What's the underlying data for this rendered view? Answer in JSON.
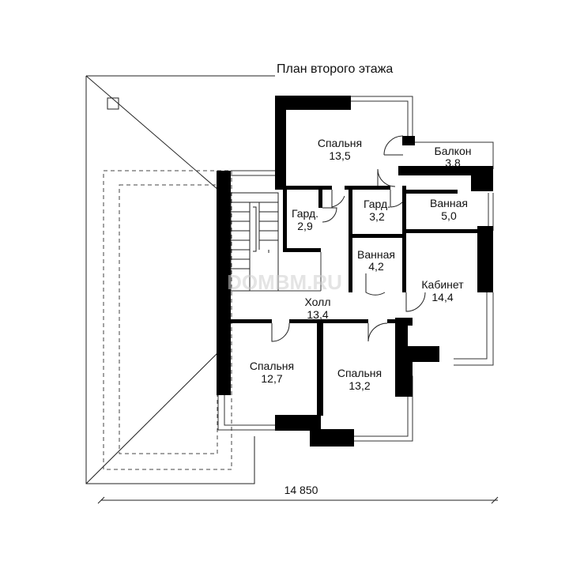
{
  "title": "План второго этажа",
  "watermark": "DOMBM.RU",
  "dimension": "14 850",
  "rooms": {
    "bedroom_top": {
      "name": "Спальня",
      "area": "13,5"
    },
    "balcony": {
      "name": "Балкон",
      "area": "3,8"
    },
    "wardrobe_left": {
      "name": "Гард.",
      "area": "2,9"
    },
    "wardrobe_mid": {
      "name": "Гард.",
      "area": "3,2"
    },
    "bath_right": {
      "name": "Ванная",
      "area": "5,0"
    },
    "bath_mid": {
      "name": "Ванная",
      "area": "4,2"
    },
    "study": {
      "name": "Кабинет",
      "area": "14,4"
    },
    "hall": {
      "name": "Холл",
      "area": "13,4"
    },
    "bedroom_left": {
      "name": "Спальня",
      "area": "12,7"
    },
    "bedroom_right": {
      "name": "Спальня",
      "area": "13,2"
    }
  }
}
